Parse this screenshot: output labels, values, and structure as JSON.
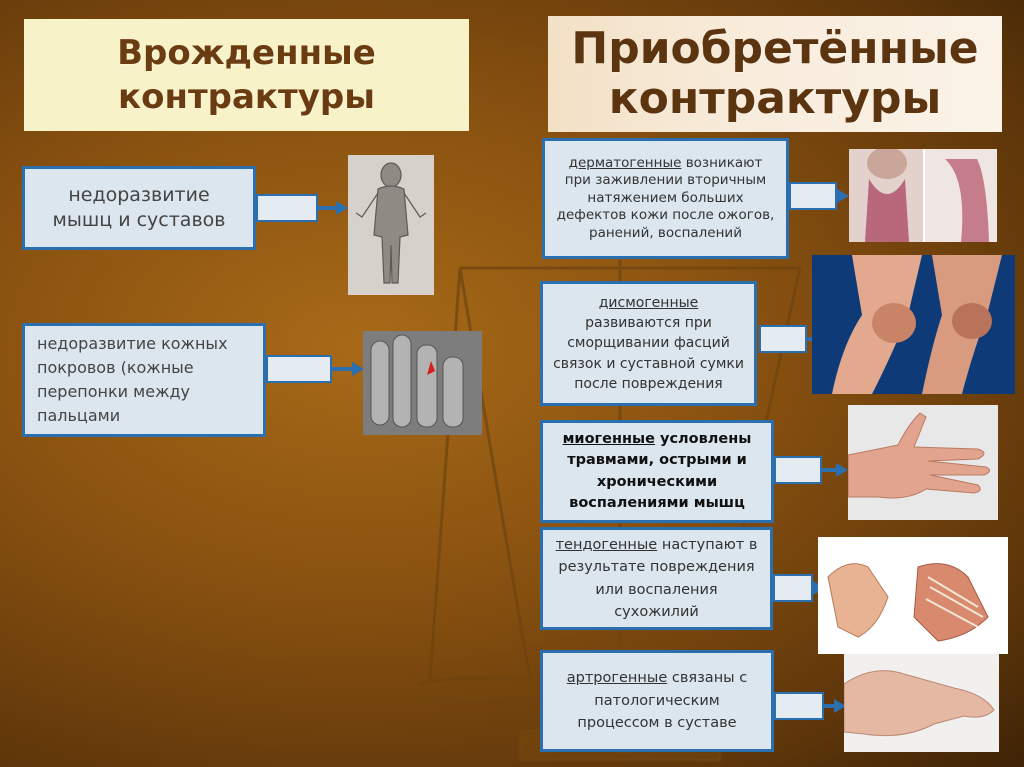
{
  "left_header": {
    "line1": "Врожденные",
    "line2": "контрактуры"
  },
  "right_header": {
    "line1": "Приобретённые",
    "line2": "контрактуры"
  },
  "congenital": [
    {
      "text": "недоразвитие мышц и суставов"
    },
    {
      "text": "недоразвитие кожных покровов (кожные перепонки между пальцами"
    }
  ],
  "acquired": [
    {
      "keyword": "дерматогенные",
      "text": " возникают при заживлении вторичным натяжением больших дефектов кожи после ожогов, ранений, воспалений"
    },
    {
      "keyword": "дисмогенные",
      "text": "развиваются при сморщивании фасций связок и суставной сумки после повреждения"
    },
    {
      "keyword": "миогенные",
      "text": " условлены травмами, острыми и хроническими воспалениями мышц"
    },
    {
      "keyword": "тендогенные",
      "text": " наступают в результате повреждения или воспаления сухожилий"
    },
    {
      "keyword": "артрогенные",
      "text": " связаны с патологическим процессом в суставе"
    }
  ],
  "colors": {
    "box_border": "#2b6fae",
    "box_fill": "#dce6ee",
    "header_text": "#6b3c12"
  }
}
